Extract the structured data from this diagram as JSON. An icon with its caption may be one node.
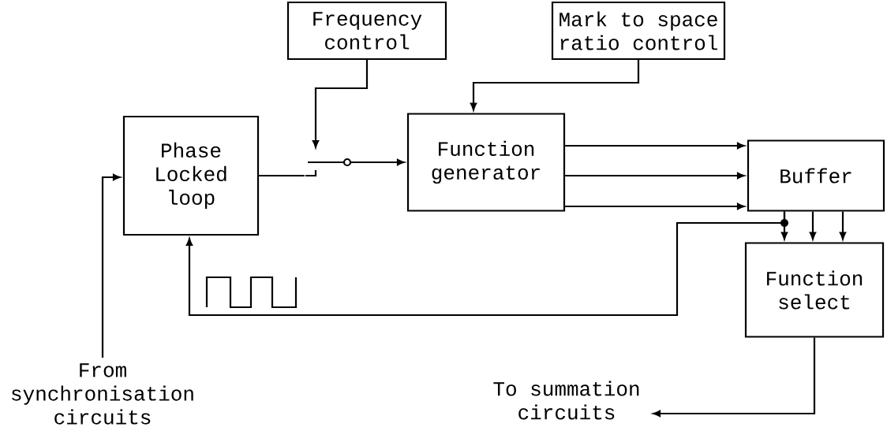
{
  "diagram": {
    "nodes": [
      {
        "text": [
          "Frequency control"
        ]
      },
      {
        "text": [
          "Mark to space ratio control"
        ]
      },
      {
        "text": [
          "Phase Locked loop"
        ]
      },
      {
        "text": [],
        "shape": "switch"
      },
      {
        "text": [
          "Function generator"
        ]
      },
      {
        "text": [
          "Buffer"
        ]
      },
      {
        "text": [
          "Function select"
        ]
      },
      {
        "text": [
          "From synchronisation circuits"
        ]
      },
      {
        "text": [
          "To summation circuits"
        ]
      }
    ],
    "edges": [
      {
        "from": 0,
        "to": 3,
        "arrow": "to"
      },
      {
        "from": 1,
        "to": 4,
        "arrow": "to"
      },
      {
        "from": 7,
        "to": 2,
        "arrow": "to"
      },
      {
        "from": 2,
        "to": 3,
        "arrow": "none"
      },
      {
        "from": 3,
        "to": 4,
        "arrow": "to"
      },
      {
        "from": 4,
        "to": 5,
        "arrow": "to"
      },
      {
        "from": 4,
        "to": 5,
        "arrow": "to"
      },
      {
        "from": 4,
        "to": 5,
        "arrow": "to"
      },
      {
        "from": 5,
        "to": 6,
        "arrow": "to"
      },
      {
        "from": 5,
        "to": 6,
        "arrow": "to"
      },
      {
        "from": 5,
        "to": 6,
        "arrow": "to"
      },
      {
        "from": 5,
        "to": 2,
        "arrow": "to"
      },
      {
        "from": 6,
        "to": 8,
        "arrow": "to"
      }
    ]
  }
}
